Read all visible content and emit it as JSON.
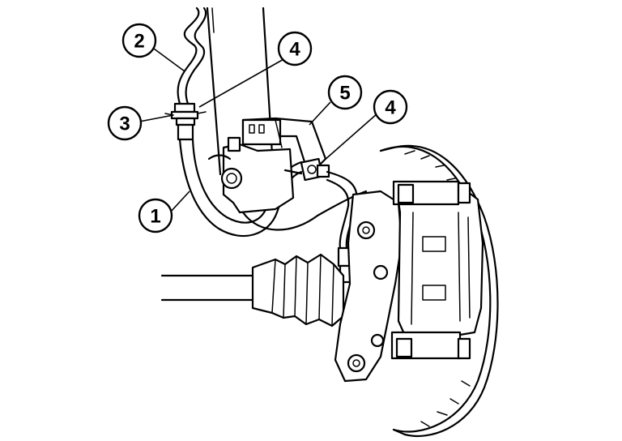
{
  "callouts": [
    {
      "id": "c2",
      "label": "2"
    },
    {
      "id": "c4a",
      "label": "4"
    },
    {
      "id": "c3",
      "label": "3"
    },
    {
      "id": "c5",
      "label": "5"
    },
    {
      "id": "c4b",
      "label": "4"
    },
    {
      "id": "c1",
      "label": "1"
    }
  ],
  "colors": {
    "line": "#000000",
    "background": "#ffffff"
  }
}
